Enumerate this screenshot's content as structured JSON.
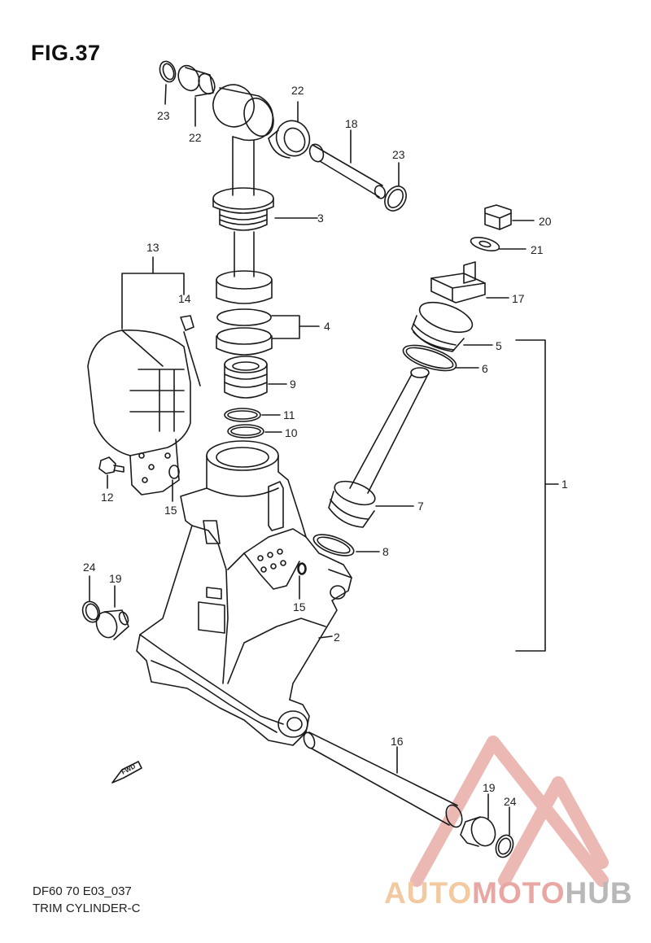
{
  "figure": {
    "title": "FIG.37",
    "code": "DF60 70 E03_037",
    "name": "TRIM CYLINDER-C"
  },
  "callouts": [
    {
      "id": "c23a",
      "text": "23"
    },
    {
      "id": "c22a",
      "text": "22"
    },
    {
      "id": "c22b",
      "text": "22"
    },
    {
      "id": "c18",
      "text": "18"
    },
    {
      "id": "c23b",
      "text": "23"
    },
    {
      "id": "c3",
      "text": "3"
    },
    {
      "id": "c20",
      "text": "20"
    },
    {
      "id": "c21",
      "text": "21"
    },
    {
      "id": "c13",
      "text": "13"
    },
    {
      "id": "c14",
      "text": "14"
    },
    {
      "id": "c4",
      "text": "4"
    },
    {
      "id": "c17",
      "text": "17"
    },
    {
      "id": "c5",
      "text": "5"
    },
    {
      "id": "c6",
      "text": "6"
    },
    {
      "id": "c9",
      "text": "9"
    },
    {
      "id": "c11",
      "text": "11"
    },
    {
      "id": "c10",
      "text": "10"
    },
    {
      "id": "c12",
      "text": "12"
    },
    {
      "id": "c15a",
      "text": "15"
    },
    {
      "id": "c1",
      "text": "1"
    },
    {
      "id": "c7",
      "text": "7"
    },
    {
      "id": "c8",
      "text": "8"
    },
    {
      "id": "c24a",
      "text": "24"
    },
    {
      "id": "c19a",
      "text": "19"
    },
    {
      "id": "c15b",
      "text": "15"
    },
    {
      "id": "c2",
      "text": "2"
    },
    {
      "id": "c16",
      "text": "16"
    },
    {
      "id": "c19b",
      "text": "19"
    },
    {
      "id": "c24b",
      "text": "24"
    }
  ],
  "fwd_label": "FWD",
  "watermark": {
    "part_a": "AUTO",
    "part_b": "MOTO",
    "part_c": "HUB",
    "colors": {
      "auto": "#f2c9a0",
      "moto": "#e8a7a2",
      "hub": "#b8b8b8",
      "triangle": "#e8a7a2"
    }
  }
}
